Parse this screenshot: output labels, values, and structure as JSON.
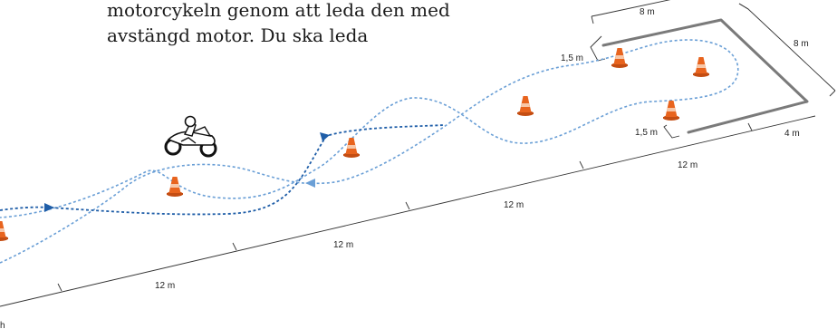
{
  "intro_text": {
    "line1": "motorcykeln genom att leda den med",
    "line2": "avstängd motor. Du ska leda"
  },
  "labels": {
    "top_width": "8 m",
    "right_depth": "8 m",
    "top_offset": "1,5 m",
    "bottom_offset": "1,5 m",
    "right_width": "4 m",
    "segment_1": "12 m",
    "segment_2": "12 m",
    "segment_3": "12 m",
    "segment_4": "12 m",
    "corner_mark": "h"
  },
  "colors": {
    "path_dark": "#1f5ea8",
    "path_light": "#6a9fd6",
    "cone": "#e8641e",
    "boundary": "#7a7a7a",
    "dimension": "#333333"
  },
  "icons": [
    "motorcycle-rider-icon",
    "traffic-cone-icon"
  ]
}
